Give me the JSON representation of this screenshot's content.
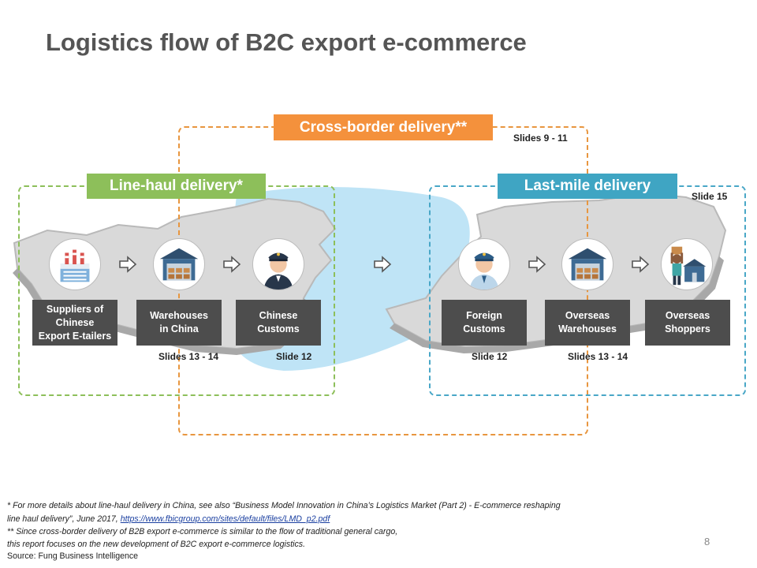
{
  "title": "Logistics flow of B2C export e-commerce",
  "colors": {
    "line_haul": "#8dbf5a",
    "cross_border": "#f4913c",
    "last_mile": "#3fa5c3",
    "node_box": "#4d4d4d",
    "map_land": "#d9d9d9",
    "sea": "#bfe4f6"
  },
  "zones": {
    "line_haul": {
      "label": "Line-haul delivery*"
    },
    "cross_border": {
      "label": "Cross-border delivery**",
      "slides": "Slides 9 - 11"
    },
    "last_mile": {
      "label": "Last-mile delivery",
      "slides": "Slide 15"
    }
  },
  "nodes": [
    {
      "label": "Suppliers of\nChinese\nExport E-tailers",
      "icon": "factory-icon"
    },
    {
      "label": "Warehouses\nin China",
      "icon": "warehouse-icon",
      "slides": "Slides 13 - 14"
    },
    {
      "label": "Chinese\nCustoms",
      "icon": "customs-officer-icon",
      "slides": "Slide 12"
    },
    {
      "label": "Foreign\nCustoms",
      "icon": "customs-officer-icon",
      "slides": "Slide 12"
    },
    {
      "label": "Overseas\nWarehouses",
      "icon": "warehouse-icon",
      "slides": "Slides 13 - 14"
    },
    {
      "label": "Overseas\nShoppers",
      "icon": "shopper-icon"
    }
  ],
  "footnotes": {
    "note1_line1": "* For more details about line-haul delivery in China, see also “Business Model Innovation in China’s Logistics Market (Part 2) - E-commerce reshaping",
    "note1_line2_prefix": "line haul delivery”, June 2017, ",
    "note1_link": "https://www.fbicgroup.com/sites/default/files/LMD_p2.pdf",
    "note2_line1": "** Since cross-border delivery of B2B export e-commerce is similar to the flow of traditional general cargo,",
    "note2_line2": "this report focuses on the new development of B2C export e-commerce logistics."
  },
  "source": "Source: Fung Business Intelligence",
  "page_number": "8"
}
